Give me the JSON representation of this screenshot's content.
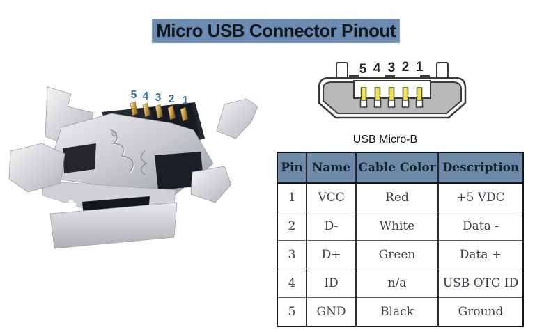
{
  "title": {
    "text": "Micro USB Connector Pinout"
  },
  "colors": {
    "banner_bg": "#6d8cb2",
    "table_header_bg": "#6e88a8",
    "diagram_pin_yellow": "#efe24e",
    "photo_number_blue": "#3b70a8"
  },
  "photo": {
    "description": "Silver SMD micro USB female socket with five gold terminals",
    "pin_labels": [
      "5",
      "4",
      "3",
      "2",
      "1"
    ]
  },
  "diagram": {
    "pin_labels": [
      "5",
      "4",
      "3",
      "2",
      "1"
    ],
    "caption": "USB Micro-B"
  },
  "table": {
    "headers": [
      "Pin",
      "Name",
      "Cable Color",
      "Description"
    ],
    "rows": [
      [
        "1",
        "VCC",
        "Red",
        "+5 VDC"
      ],
      [
        "2",
        "D-",
        "White",
        "Data -"
      ],
      [
        "3",
        "D+",
        "Green",
        "Data +"
      ],
      [
        "4",
        "ID",
        "n/a",
        "USB OTG ID"
      ],
      [
        "5",
        "GND",
        "Black",
        "Ground"
      ]
    ]
  }
}
